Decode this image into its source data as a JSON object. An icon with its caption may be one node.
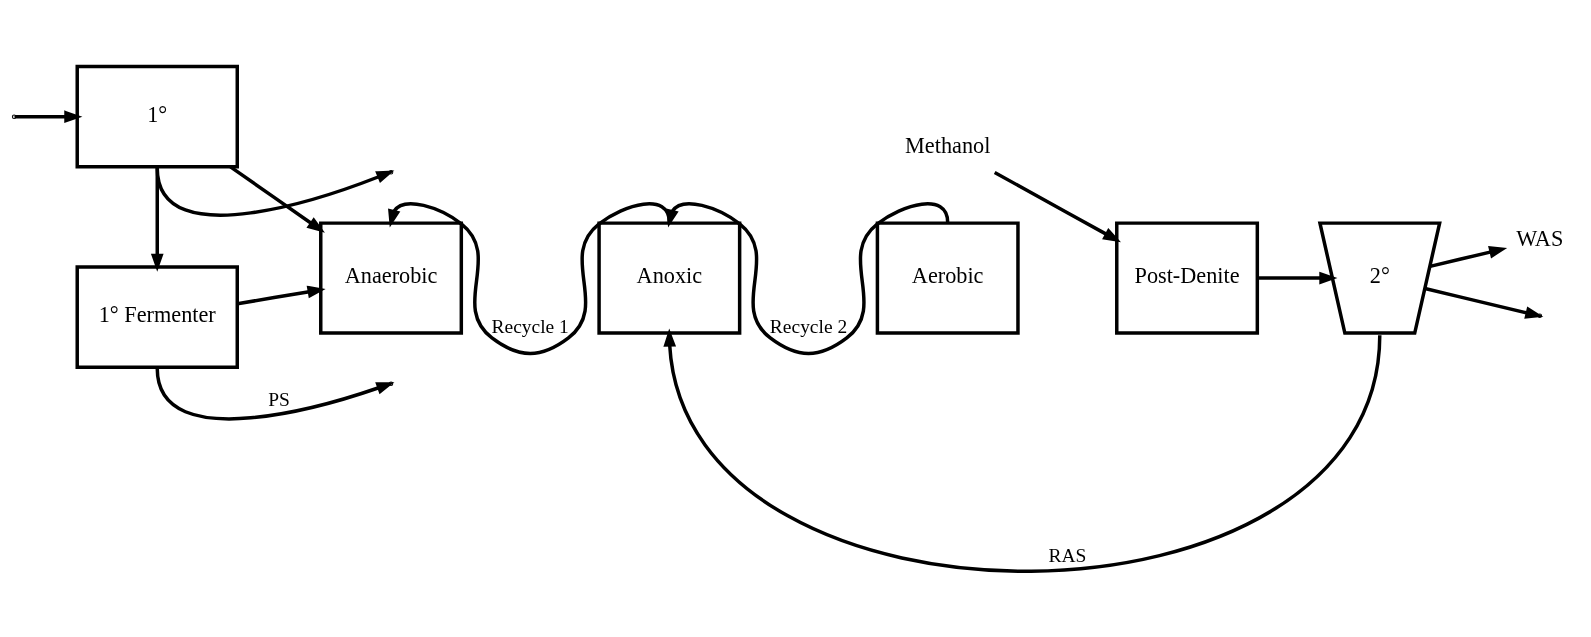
{
  "diagram": {
    "nodes": [
      {
        "text": [
          "1°"
        ]
      },
      {
        "text": [
          "1° Fermenter"
        ]
      },
      {
        "text": [
          "Anaerobic"
        ]
      },
      {
        "text": [
          "Anoxic"
        ]
      },
      {
        "text": [
          "Aerobic"
        ]
      },
      {
        "text": [
          "Post-Denite"
        ]
      },
      {
        "text": [
          "2°"
        ]
      },
      {
        "text": [
          "Methanol"
        ]
      },
      {
        "text": [
          "WAS"
        ]
      }
    ],
    "edges": [
      {
        "from": 0,
        "to": 2,
        "arrow": "to"
      },
      {
        "from": 1,
        "to": 2,
        "arrow": "to"
      },
      {
        "from": 3,
        "to": 2,
        "arrow": "to",
        "label": "Recycle 1"
      },
      {
        "from": 4,
        "to": 3,
        "arrow": "to",
        "label": "Recycle 2"
      },
      {
        "from": 7,
        "to": 5,
        "arrow": "to"
      },
      {
        "from": 5,
        "to": 6,
        "arrow": "to"
      },
      {
        "from": 6,
        "to": null,
        "arrow": "to"
      },
      {
        "from": 6,
        "to": 3,
        "arrow": "to",
        "label": "RAS"
      },
      {
        "from": 6,
        "to": 8,
        "arrow": "to"
      },
      {
        "from": 0,
        "to": 1,
        "arrow": "to"
      },
      {
        "from": 0,
        "to": null,
        "arrow": "to"
      },
      {
        "from": 1,
        "to": null,
        "arrow": "to",
        "label": "PS"
      },
      {
        "from": null,
        "to": 0,
        "arrow": "to"
      }
    ]
  }
}
